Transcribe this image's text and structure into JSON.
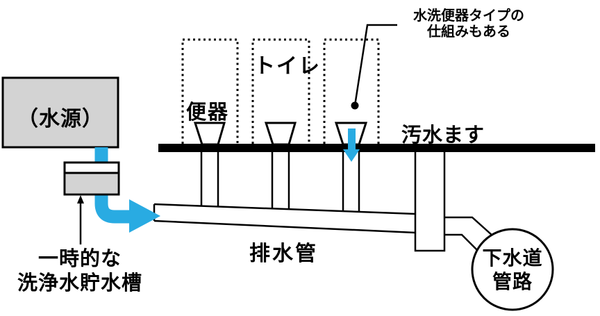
{
  "diagram_title": "toilet-drainage-system-diagram",
  "colors": {
    "accent_blue": "#29ABE2",
    "fill_gray": "#d3d3d3",
    "ink": "#000000",
    "background": "#ffffff"
  },
  "labels": {
    "water_source": "（水源）",
    "tank_note_line1": "一時的な",
    "tank_note_line2": "洗浄水貯水槽",
    "toilet_bowl": "便器",
    "toilet": "トイレ",
    "flush_note_line1": "水洗便器タイプの",
    "flush_note_line2": "仕組みもある",
    "sewage_basin": "汚水ます",
    "drain_pipe": "排水管",
    "sewer_line1": "下水道",
    "sewer_line2": "管路"
  },
  "icons": {
    "flow_arrow": "right-curved-blue-arrow",
    "flush_arrow": "down-blue-arrow",
    "tank_pointer": "up-black-arrow",
    "note_leader": "leader-line-with-dot"
  }
}
